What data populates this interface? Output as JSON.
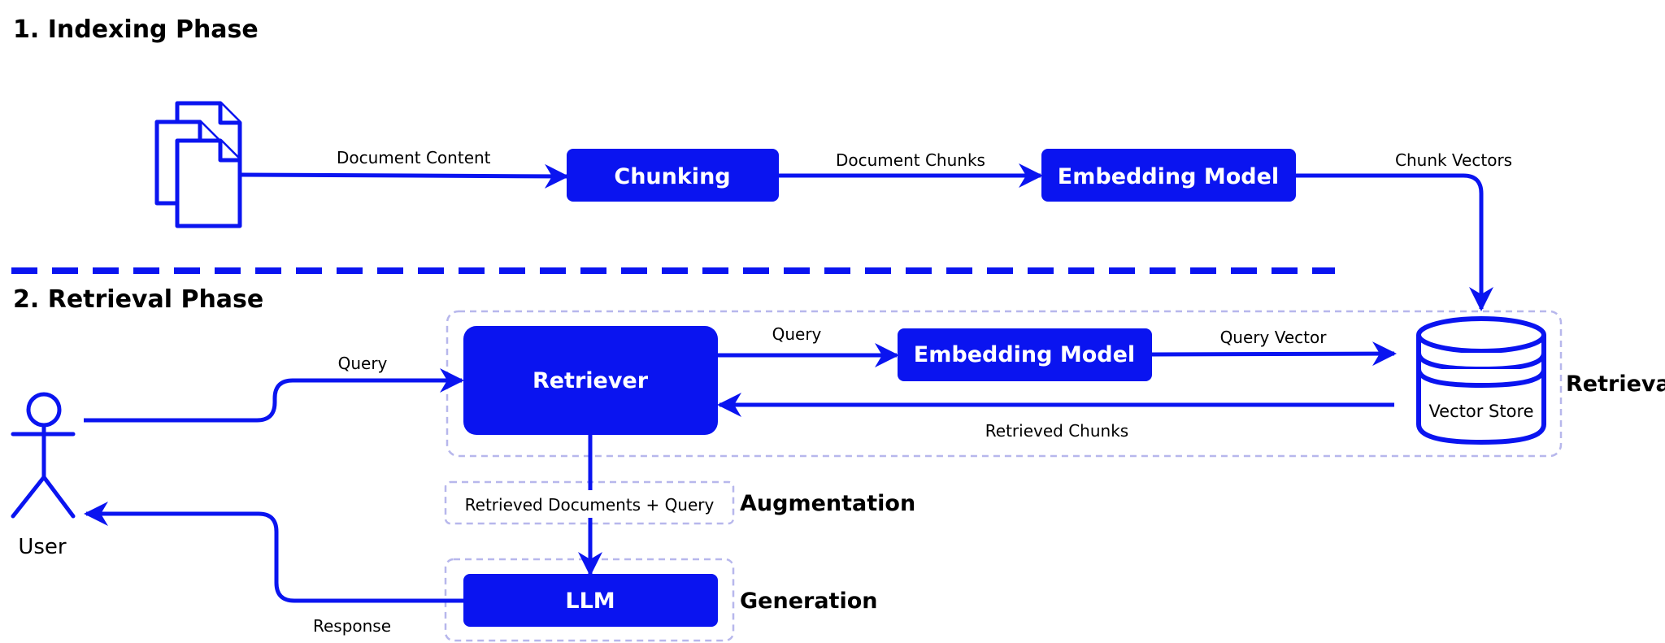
{
  "phases": {
    "indexing": "1. Indexing Phase",
    "retrieval": "2. Retrieval Phase"
  },
  "nodes": {
    "chunking": "Chunking",
    "embedding_index": "Embedding Model",
    "retriever": "Retriever",
    "embedding_query": "Embedding Model",
    "llm": "LLM",
    "vector_store": "Vector Store",
    "user": "User",
    "documents_icon": "documents-icon",
    "user_icon": "stick-figure-icon",
    "database_icon": "database-icon"
  },
  "edges": {
    "document_content": "Document Content",
    "document_chunks": "Document Chunks",
    "chunk_vectors": "Chunk Vectors",
    "query_user": "Query",
    "query_retriever": "Query",
    "query_vector": "Query Vector",
    "retrieved_chunks": "Retrieved Chunks",
    "retrieved_docs_query": "Retrieved Documents + Query",
    "response": "Response"
  },
  "groups": {
    "retrieval": "Retrieval",
    "augmentation": "Augmentation",
    "generation": "Generation"
  },
  "colors": {
    "accent": "#0a14f0",
    "group_border": "#b7b7ec"
  }
}
